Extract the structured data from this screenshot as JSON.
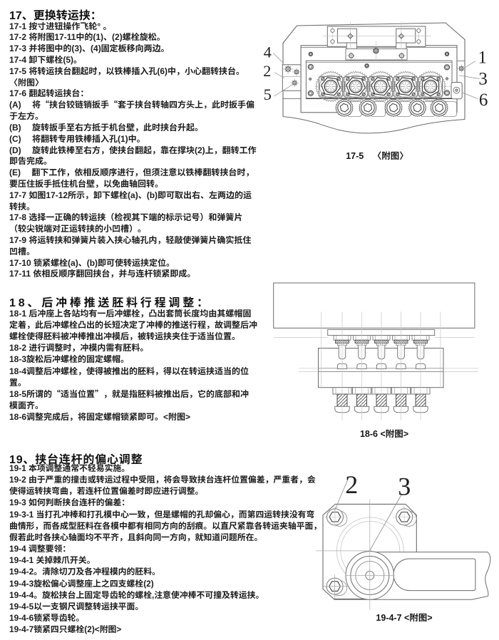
{
  "page": {
    "background": "#ffffff",
    "text_color": "#1d1d1d",
    "line_color": "#6b6b6b"
  },
  "sections": [
    {
      "number": "17",
      "heading": "17、更换转运挟：",
      "lines": [
        "17-1 按寸进钮操作飞轮° 。",
        "17-2 将附图17-11中的(1)、(2)螺栓旋松。",
        "17-3 并将图中的(3)、(4)固定板移向两边。",
        "17-4 卸下螺栓(5)。",
        "17-5 将转运挟台翻起时，以铁棒插入孔(6)中，小心翻转挟台。",
        "〈附图〉",
        "17-6 翻起转运挟台：",
        "(A)　 将“挟台铰链销扳手“套于挟台转轴四方头上，此时扳手偏",
        "于左方。",
        "(B)　 旋转扳手至右方抵于机台壁，此时挟台升起。",
        "(C)　 将翻转专用铁棒插入孔(1)中。",
        "(D)　 旋转此铁棒至右方，使挟台翻起，靠在撑块(2)上，翻转工作",
        "即告完成。",
        "(E)　 翻下工作，依相反顺序进行，但须注意以铁棒翻转挟台时，",
        "要压住扳手抵住机台壁，以免曲轴回转。",
        "17-7 如图17-12所示，卸下螺栓(a)、(b)即可取出右、左两边的运",
        "转挟。",
        "17-8 选择一正确的转运挟（检视其下端的标示记号）和弹簧片",
        "（较尖锐端对正运转挟的小凹槽）。",
        "17-9 将运转挟和弹簧片装入挟心轴孔内，轻敲使弹簧片确实抵住",
        "凹槽。",
        "17-10 锁紧螺栓(a)、(b)即可使转运挟定位。",
        "17-11 依相反顺序翻回挟台，并与连杆锁紧即成。"
      ]
    },
    {
      "number": "18",
      "heading": "18、后冲棒推送胚料行程调整：",
      "lines": [
        "18-1 后冲座上各站均有一后冲螺栓，凸出套筒长度均由其螺帽固",
        "定着，此后冲螺栓凸出的长短决定了冲棒的推送行程，故调整后冲",
        "螺栓使得胚料被冲棒推出冲模后，被转运挟夹住于适当位置。",
        "18-2 进行调整时，冲模内需有胚料。",
        "18-3旋松后冲螺栓的固定螺帽。",
        "18-4调整后冲螺栓，使得被推出的胚料，得以在转运挟适当的位",
        "置。",
        "18-5所谓的“适当位置”，就是指胚料被推出后，它的底部和冲",
        "模面齐。",
        "18-6调整完成后，将固定螺帽锁紧即可。<附图>"
      ]
    },
    {
      "number": "19",
      "heading": "19、挟台连杆的偏心调整",
      "lines": [
        "19-1 本项调整通常不轻易实施。",
        "19-2 由于严重的撞击或转运过程中受阻，将会导致挟台连杆位置偏差，严重者，会",
        "使得运转挟弯曲，若连杆位置偏差时即应进行调整。",
        "19-3 如何判断挟台连杆的偏差：",
        "19-3-1 当打孔冲棒和打孔模中心一致，但是螺帽的孔却偏心，而第四运转挟没有弯",
        "曲情形，而各成型胚料在各模中都有相同方向的刮痕。以直尺紧靠各转运夹轴平面，",
        "假若此时各挟心轴面均不平齐，且斜向同一方向，就知道问题所在。",
        "19-4 调整要领：",
        "19-4-1 关掉棘爪开关。",
        "19-4-2。清除切刀及各冲程模内的胚料。",
        "19-4-3旋松偏心调整座上之四支螺栓(2)",
        "19-4-4。旋松挟台上固定导齿轮的螺栓,注意使冲棒不可撞及转运挟。",
        "19-4-5以一支钢尺调整转运挟平面。",
        "19-4-6锁紧导齿轮。",
        "19-4-7锁紧四只螺栓(2)<附图>"
      ]
    }
  ],
  "figures": [
    {
      "id": "17-5",
      "caption": "17-5　〈附图〉",
      "callouts": [
        "4",
        "2",
        "5",
        "1",
        "3",
        "6"
      ]
    },
    {
      "id": "18-6",
      "caption": "18-6 <附图>",
      "callouts": []
    },
    {
      "id": "19-4-7",
      "caption": "19-4-7 <附图>",
      "callouts": [
        "2",
        "3"
      ]
    }
  ]
}
